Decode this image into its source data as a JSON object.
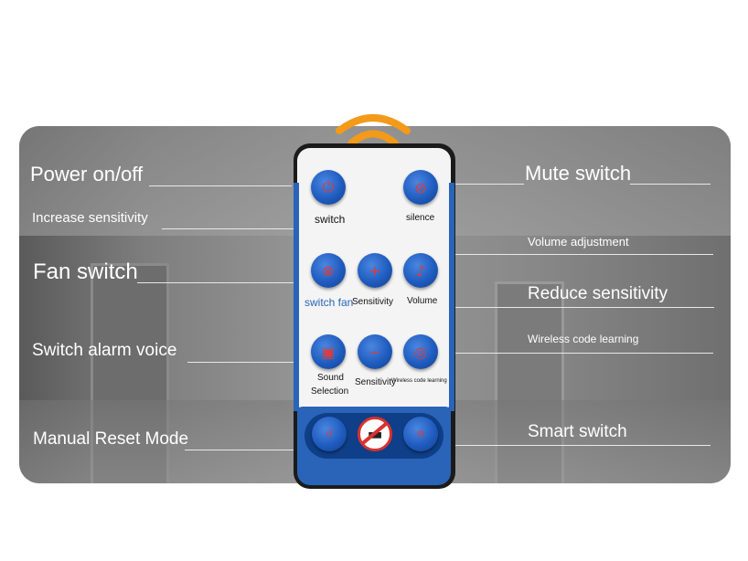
{
  "labels_left": {
    "power": "Power on/off",
    "increase": "Increase sensitivity",
    "fan": "Fan switch",
    "alarm_voice": "Switch alarm voice",
    "manual_reset": "Manual Reset Mode"
  },
  "labels_right": {
    "mute": "Mute switch",
    "volume_adj": "Volume adjustment",
    "reduce": "Reduce sensitivity",
    "wireless": "Wireless code learning",
    "smart": "Smart switch"
  },
  "remote": {
    "switch": "switch",
    "silence": "silence",
    "switch_fan": "switch fan",
    "sensitivity_plus": "Sensitivity",
    "volume": "Volume",
    "sound_selection_1": "Sound",
    "sound_selection_2": "Selection",
    "sensitivity_minus": "Sensitivity",
    "wireless_small": "Wireless code learning"
  },
  "icons": {
    "signal": "wifi-signal-icon",
    "no_smoking": "no-smoking-icon"
  },
  "colors": {
    "remote_blue": "#2a64b8",
    "button_blue": "#1f5cbf",
    "signal_orange": "#f39a1a",
    "icon_red": "#e03a3a"
  }
}
